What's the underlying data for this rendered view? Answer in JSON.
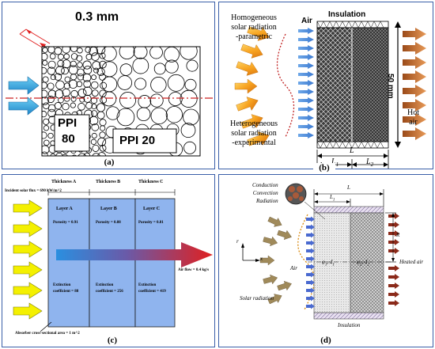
{
  "panel_a": {
    "thickness": "0.3 mm",
    "ppi_left_num": "80",
    "ppi_right_num": "20",
    "ppi_word": "PPI",
    "caption": "(a)"
  },
  "panel_b": {
    "homogeneous": [
      "Homogeneous",
      "solar radiation",
      "-parametric"
    ],
    "heterogeneous": [
      "Heterogeneous",
      "solar radiation",
      "-experimental"
    ],
    "air": "Air",
    "insulation": "Insulation",
    "height": "50 mm",
    "hot_air": [
      "Hot",
      "air"
    ],
    "l": "L",
    "l1": "L",
    "l1_sub": "1",
    "l2": "L",
    "l2_sub": "2",
    "caption": "(b)"
  },
  "panel_c": {
    "thickness_a": "Thickness A",
    "thickness_b": "Thickness B",
    "thickness_c": "Thickness C",
    "flux": "Incident solar flux = 690 kW/m^2",
    "layer_a": "Layer A",
    "layer_b": "Layer B",
    "layer_c": "Layer C",
    "porosity_a": "Porosity = 0.91",
    "porosity_b": "Porosity = 0.88",
    "porosity_c": "Porosity = 0.81",
    "extinction_label": "Extinction",
    "coef_a": "coefficient = 88",
    "coef_b": "coefficient = 256",
    "coef_c": "coefficient = 419",
    "airflow": "Air flow = 0.4 kg/s",
    "absorber": "Absorber cross-sectional area = 1 m^2",
    "caption": "(c)"
  },
  "panel_d": {
    "legend": [
      "Conduction",
      "Convection",
      "Radiation"
    ],
    "l": "L",
    "l1": "L",
    "l1_sub": "1",
    "r": "R",
    "r_axis": "r",
    "x_axis": "x",
    "air": "Air",
    "phi1": "φ",
    "phi1_sub": "1",
    "d1": ", d",
    "d1_sub": "1",
    "phi2": "φ",
    "phi2_sub": "2",
    "d2": ", d",
    "d2_sub": "2",
    "heated_air": "Heated air",
    "solar": "Solar radiation",
    "insulation": "Insulation",
    "caption": "(d)"
  },
  "colors": {
    "frame": "#3a5fa8",
    "arrow_blue": "#33a6e0",
    "arrow_orange": "#f5a020",
    "arrow_hot": "#c8682a",
    "layer_blue": "#8fb4ee",
    "arrow_yellow": "#f4f000",
    "heated_red": "#8b2a1a"
  }
}
